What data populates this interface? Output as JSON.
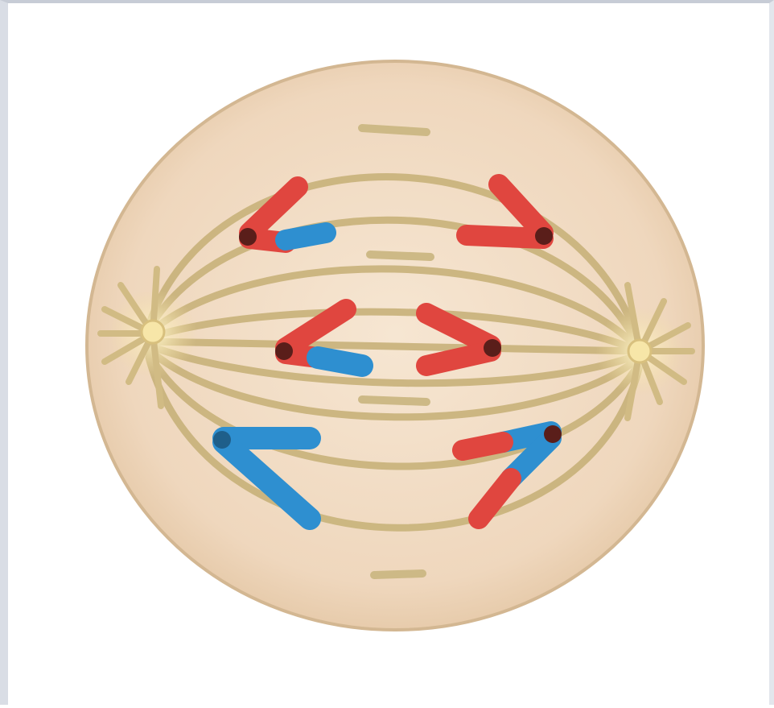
{
  "diagram": {
    "subject": "anaphase-cell",
    "colors": {
      "background": "#ffffff",
      "cytoplasm": "#f1dcc3",
      "cytoplasm_edge": "#d9bf9d",
      "spindle": "#c9b37c",
      "centrosome": "#f4e3a6",
      "maternal_chromatid": "#e0463f",
      "paternal_chromatid": "#2e8fd0",
      "centromere": "#5a1e1a"
    },
    "icons": [
      "cell-membrane-icon",
      "centrosome-icon",
      "chromosome-icon"
    ],
    "chromosomes": [
      {
        "id": "top-left",
        "arms": [
          "red",
          "red-blue"
        ]
      },
      {
        "id": "top-right",
        "arms": [
          "red",
          "red"
        ]
      },
      {
        "id": "mid-left",
        "arms": [
          "red",
          "red-blue"
        ]
      },
      {
        "id": "mid-right",
        "arms": [
          "red",
          "red"
        ]
      },
      {
        "id": "bottom-left",
        "arms": [
          "blue",
          "blue"
        ]
      },
      {
        "id": "bottom-right",
        "arms": [
          "red-blue",
          "blue-red"
        ]
      }
    ]
  }
}
